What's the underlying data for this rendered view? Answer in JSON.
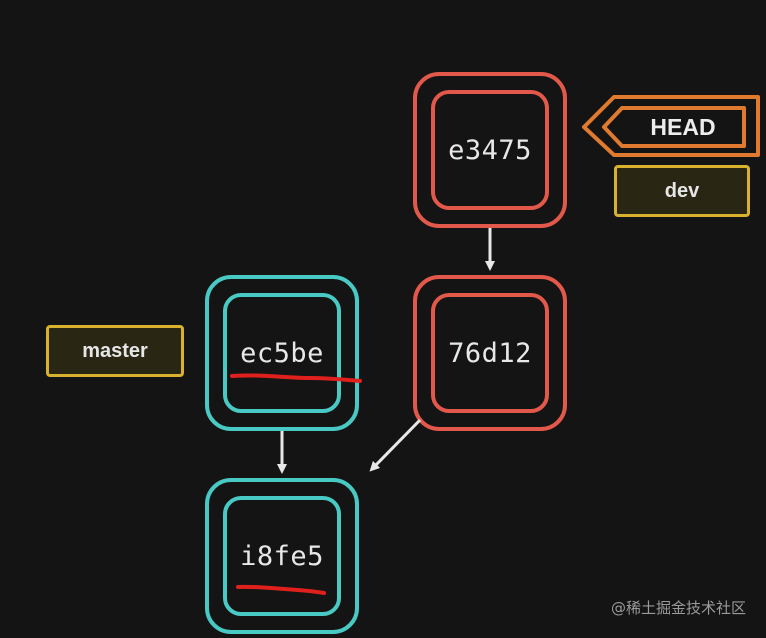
{
  "commits": {
    "e3475": "e3475",
    "d76d12": "76d12",
    "ec5be": "ec5be",
    "i8fe5": "i8fe5"
  },
  "labels": {
    "head": "HEAD",
    "dev": "dev",
    "master": "master"
  },
  "watermark": "@稀土掘金技术社区",
  "colors": {
    "background": "#141414",
    "dev_commit_border": "#e2584a",
    "master_commit_border": "#49c9c3",
    "branch_tag_border": "#d8b22f",
    "head_pointer_border": "#e07a2e",
    "arrow": "#e8e8e8",
    "annotation_underline": "#e0201c"
  },
  "icons": {
    "arrows": "arrow-down-icon",
    "head_pointer": "pointer-left-icon"
  }
}
